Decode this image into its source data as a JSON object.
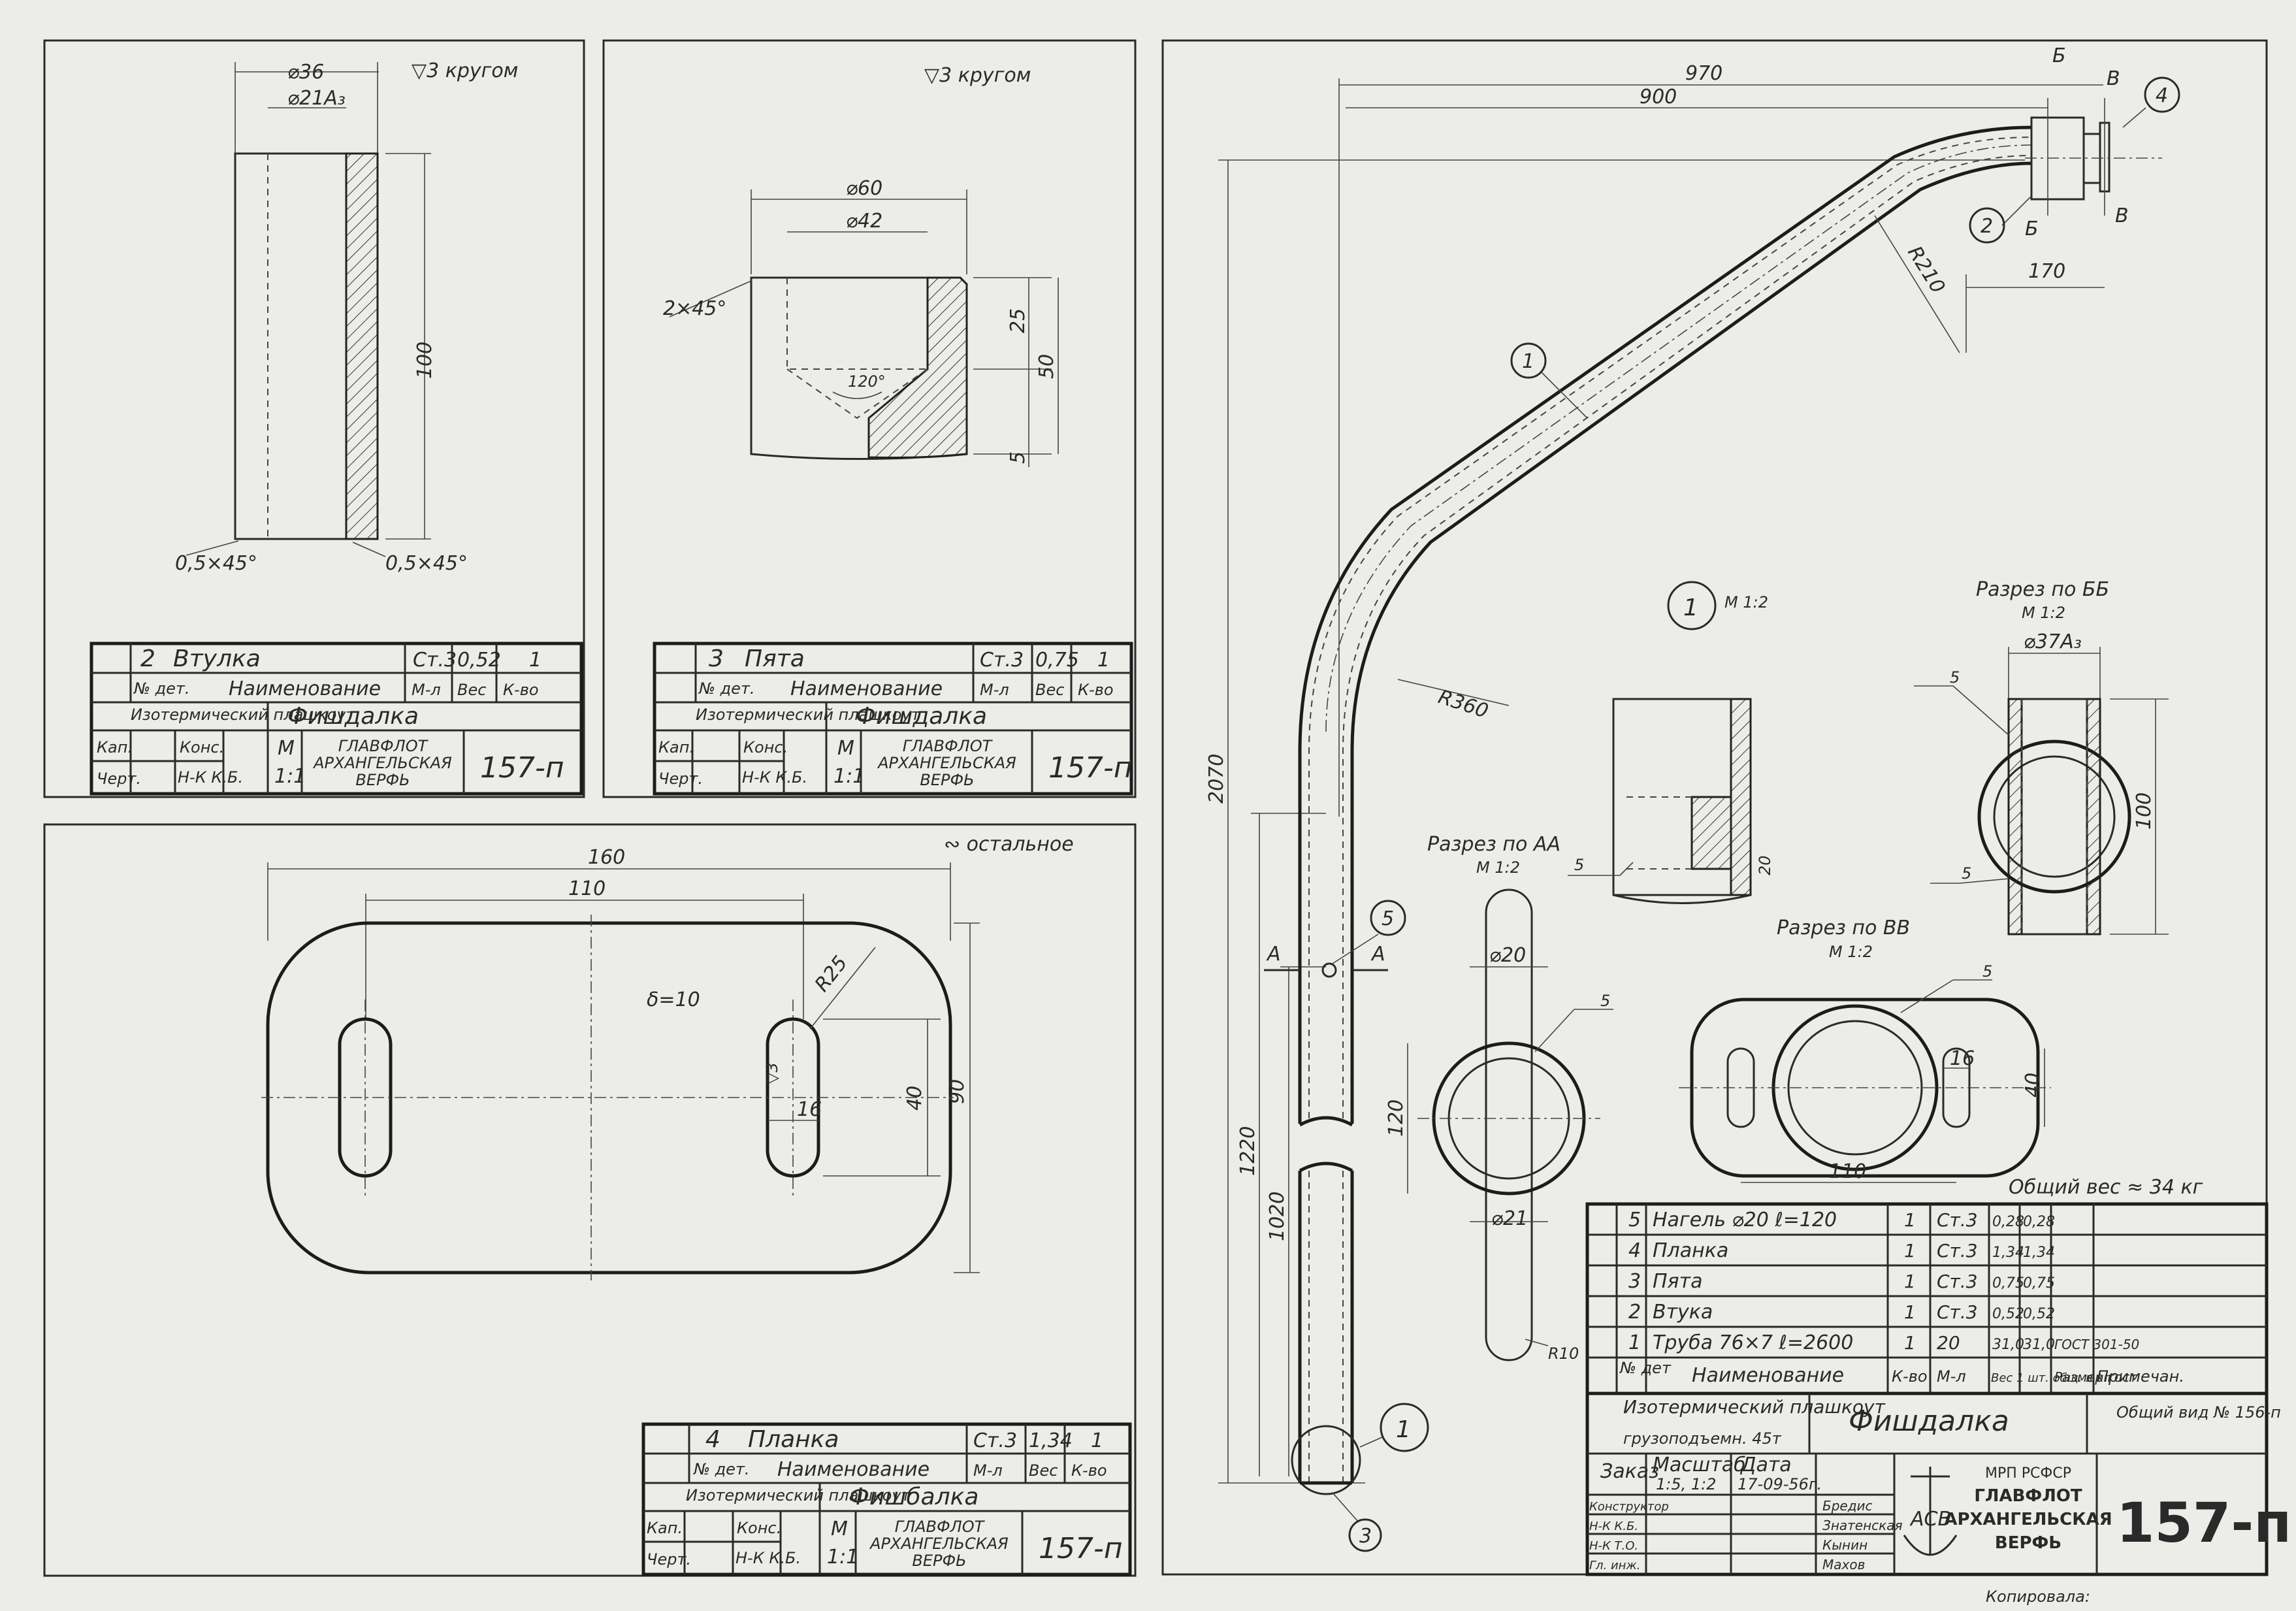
{
  "sheet": {
    "bushing_view": {
      "roughness": "▽3 кругом",
      "dims": {
        "outer_dia": "⌀36",
        "inner_dia": "⌀21А₃",
        "length": "100",
        "chamfer_left": "0,5×45°",
        "chamfer_right": "0,5×45°"
      },
      "titleblock": {
        "pos": "2",
        "name": "Втулка",
        "material": "Ст.3",
        "weight": "0,52",
        "qty": "1",
        "h_no": "№ дет.",
        "h_name": "Наименование",
        "h_mat": "М-л",
        "h_weight": "Вес",
        "h_qty": "К-во",
        "project": "Изотермический плашкоут",
        "assembly": "Фишдалка",
        "r_kap": "Кап.",
        "r_chert": "Черт.",
        "h_cons": "Конс.",
        "h_nk": "Н-К К.Б.",
        "scale_label": "М",
        "scale": "1:1",
        "org": [
          "ГЛАВФЛОТ",
          "АРХАНГЕЛЬСКАЯ",
          "ВЕРФЬ"
        ],
        "drawing_no": "157-п"
      }
    },
    "heel_view": {
      "roughness": "▽3 кругом",
      "dims": {
        "outer_dia": "⌀60",
        "inner_dia": "⌀42",
        "chamfer": "2×45°",
        "h1": "25",
        "h2": "50",
        "h3": "5",
        "angle": "120°"
      },
      "titleblock": {
        "pos": "3",
        "name": "Пята",
        "material": "Ст.3",
        "weight": "0,75",
        "qty": "1",
        "h_no": "№ дет.",
        "h_name": "Наименование",
        "h_mat": "М-л",
        "h_weight": "Вес",
        "h_qty": "К-во",
        "project": "Изотермический плашкоут",
        "assembly": "Фишдалка",
        "r_kap": "Кап.",
        "r_chert": "Черт.",
        "h_cons": "Конс.",
        "h_nk": "Н-К К.Б.",
        "scale_label": "М",
        "scale": "1:1",
        "org": [
          "ГЛАВФЛОТ",
          "АРХАНГЕЛЬСКАЯ",
          "ВЕРФЬ"
        ],
        "drawing_no": "157-п"
      }
    },
    "plate_view": {
      "roughness": "∾ остальное",
      "dims": {
        "length": "160",
        "slot_spacing": "110",
        "radius": "R25",
        "thickness": "δ=10",
        "slot_w": "16",
        "slot_len": "40",
        "height": "90",
        "rough_mark": "▽3"
      },
      "titleblock": {
        "pos": "4",
        "name": "Планка",
        "material": "Ст.3",
        "weight": "1,34",
        "qty": "1",
        "h_no": "№ дет.",
        "h_name": "Наименование",
        "h_mat": "М-л",
        "h_weight": "Вес",
        "h_qty": "К-во",
        "project": "Изотермический плашкоут",
        "assembly": "Фишбалка",
        "r_kap": "Кап.",
        "r_chert": "Черт.",
        "h_cons": "Конс.",
        "h_nk": "Н-К К.Б.",
        "scale_label": "М",
        "scale": "1:1",
        "org": [
          "ГЛАВФЛОТ",
          "АРХАНГЕЛЬСКАЯ",
          "ВЕРФЬ"
        ],
        "drawing_no": "157-п"
      }
    },
    "main_view": {
      "dims": {
        "d970": "970",
        "d900": "900",
        "d2070": "2070",
        "d1220": "1220",
        "d1020": "1020",
        "d170": "170",
        "r210": "R210",
        "r360": "R360"
      },
      "balloons": [
        "1",
        "2",
        "3",
        "4",
        "5"
      ],
      "section_marks": {
        "a": "А",
        "b": "Б",
        "v": "В"
      },
      "detail1": {
        "label": "1",
        "scale": "М 1:2",
        "dim20": "20",
        "callout5": "5"
      },
      "section_aa": {
        "title": "Разрез по АА",
        "scale": "М 1:2",
        "d20": "⌀20",
        "d21": "⌀21",
        "h120": "120",
        "r10": "R10",
        "callout5": "5"
      },
      "section_bb": {
        "title": "Разрез по ББ",
        "scale": "М 1:2",
        "d37": "⌀37А₃",
        "h100": "100",
        "callout5": "5"
      },
      "section_vv": {
        "title": "Разрез по ВВ",
        "scale": "М 1:2",
        "w16": "16",
        "h40": "40",
        "w110": "110",
        "callout5": "5"
      },
      "total_weight": "Общий вес ≈ 34 кг"
    },
    "parts_list": {
      "rows": [
        {
          "pos": "5",
          "name": "Нагель ⌀20 ℓ=120",
          "qty": "1",
          "mat": "Ст.3",
          "w1": "0,28",
          "w2": "0,28",
          "std": ""
        },
        {
          "pos": "4",
          "name": "Планка",
          "qty": "1",
          "mat": "Ст.3",
          "w1": "1,34",
          "w2": "1,34",
          "std": ""
        },
        {
          "pos": "3",
          "name": "Пята",
          "qty": "1",
          "mat": "Ст.3",
          "w1": "0,75",
          "w2": "0,75",
          "std": ""
        },
        {
          "pos": "2",
          "name": "Втука",
          "qty": "1",
          "mat": "Ст.3",
          "w1": "0,52",
          "w2": "0,52",
          "std": ""
        },
        {
          "pos": "1",
          "name": "Труба 76×7   ℓ=2600",
          "qty": "1",
          "mat": "20",
          "w1": "31,0",
          "w2": "31,0",
          "std": "ГОСТ 301-50"
        }
      ],
      "headers": {
        "pos": "№ дет",
        "name": "Наименование",
        "qty": "К-во",
        "mat": "М-л",
        "w": "Вес 1 шт. общ. в кг",
        "size": "Размер гост",
        "note": "Примечан."
      }
    },
    "main_titleblock": {
      "project": "Изотермический плашкоут",
      "capacity": "грузоподъемн. 45т",
      "assembly": "Фишдалка",
      "general_view": "Общий вид № 156-п",
      "order_label": "Заказ",
      "scale_label": "Масштаб",
      "scale": "1:5, 1:2",
      "date_label": "Дата",
      "date": "17-09-56г.",
      "roles": [
        "Конструктор",
        "Н-К К.Б.",
        "Н-К Т.О.",
        "Гл. инж."
      ],
      "names": [
        "Бредис",
        "Знатенская",
        "Кынин",
        "Махов"
      ],
      "org": [
        "МРП РСФСР",
        "ГЛАВФЛОТ",
        "АРХАНГЕЛЬСКАЯ",
        "ВЕРФЬ"
      ],
      "logo": "АСВ",
      "drawing_no": "157-п",
      "copied_by": "Копировала:"
    }
  }
}
